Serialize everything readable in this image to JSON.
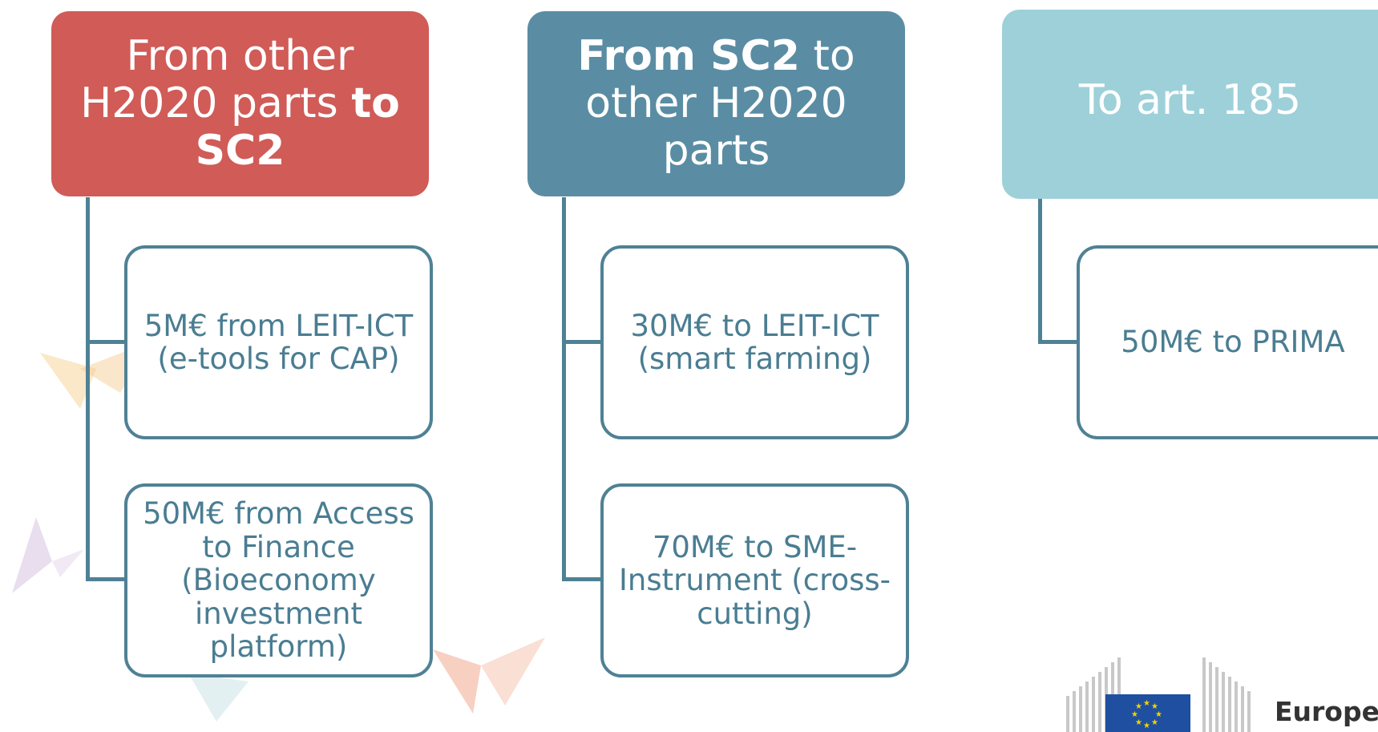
{
  "columns": [
    {
      "header": {
        "parts": [
          {
            "text": "From other H2020 parts ",
            "bold": false
          },
          {
            "text": "to SC2",
            "bold": true
          }
        ],
        "color": "#d05b57"
      },
      "items": [
        "5M€ from LEIT-ICT (e-tools for CAP)",
        "50M€ from Access to Finance (Bioeconomy investment platform)"
      ]
    },
    {
      "header": {
        "parts": [
          {
            "text": "From SC2",
            "bold": true
          },
          {
            "text": " to other H2020 parts",
            "bold": false
          }
        ],
        "color": "#5a8da3"
      },
      "items": [
        "30M€ to LEIT-ICT (smart farming)",
        "70M€ to SME-Instrument (cross-cutting)"
      ]
    },
    {
      "header": {
        "parts": [
          {
            "text": "To art. 185",
            "bold": false
          }
        ],
        "color": "#9ed0d9"
      },
      "items": [
        "50M€ to PRIMA"
      ]
    }
  ],
  "logo": {
    "text": "European",
    "flag_color": "#1f4fa0",
    "star_color": "#f5d400"
  }
}
